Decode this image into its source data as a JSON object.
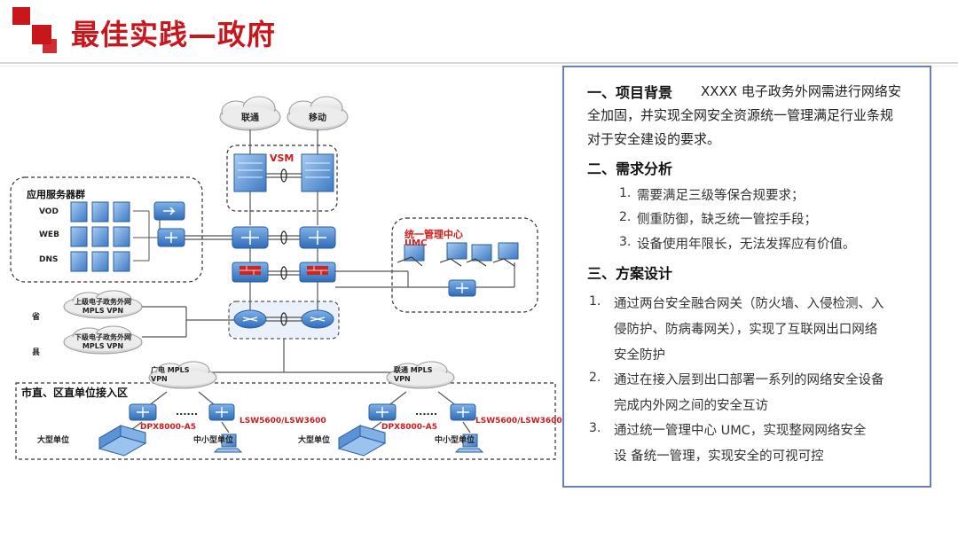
{
  "header": {
    "title": "最佳实践—政府"
  },
  "diagram": {
    "clouds": {
      "unicom": "联通",
      "mobile": "移动"
    },
    "vsm": "VSM",
    "app_group": "应用服务器群",
    "servers": [
      "VOD",
      "WEB",
      "DNS"
    ],
    "umc_title": "统一管理中心",
    "umc_sub": "UMC",
    "upper_vpn": [
      "上级电子政务外网",
      "MPLS VPN"
    ],
    "lower_vpn": [
      "下级电子政务外网",
      "MPLS VPN"
    ],
    "province": "省",
    "county": "县",
    "gd_vpn": [
      "广电 MPLS",
      "VPN"
    ],
    "lt_vpn": [
      "联通 MPLS",
      "VPN"
    ],
    "access_zone": "市直、区直单位接入区",
    "dots": "......",
    "dpx": "DPX8000-A5",
    "lsw": "LSW5600/LSW3600",
    "large_unit": "大型单位",
    "small_unit": "中小型单位"
  },
  "panel": {
    "bg_head": "一、项目背景",
    "bg_lines": [
      "XXXX 电子政务外网需进行网络安",
      "全加固，并实现全网安全资源统一管理满足行业条规",
      "对于安全建设的要求。"
    ],
    "req_head": "二、需求分析",
    "req_items": [
      {
        "num": "1.",
        "text": "需要满足三级等保合规要求；"
      },
      {
        "num": "2.",
        "text": "侧重防御，缺乏统一管控手段；"
      },
      {
        "num": "3.",
        "text": "设备使用年限长，无法发挥应有价值。"
      }
    ],
    "plan_head": "三、方案设计",
    "plan_items": [
      {
        "num": "1.",
        "lines": [
          "通过两台安全融合网关（防火墙、入侵检测、入",
          "侵防护、防病毒网关），实现了互联网出口网络",
          "安全防护"
        ]
      },
      {
        "num": "2.",
        "lines": [
          "通过在接入层到出口部署一系列的网络安全设备",
          " 完成内外网之间的安全互访"
        ]
      },
      {
        "num": "3.",
        "lines": [
          "通过统一管理中心 UMC，实现整网网络安全",
          "设   备统一管理，实现安全的可视可控"
        ]
      }
    ]
  },
  "colors": {
    "accent": "#c8161d",
    "panel_border": "#6b7fb3",
    "device_blue": "#3a78c9"
  }
}
